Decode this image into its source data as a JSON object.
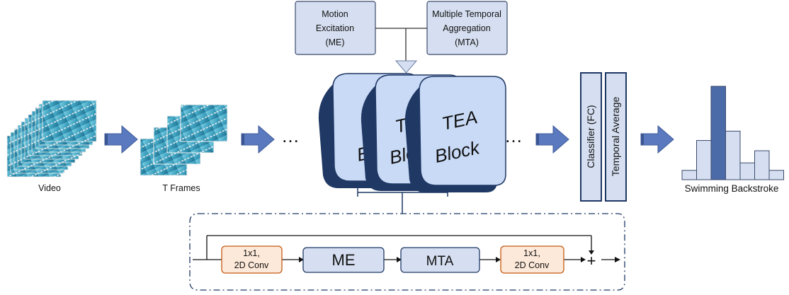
{
  "modules": {
    "me": [
      "Motion",
      "Excitation",
      "(ME)"
    ],
    "mta": [
      "Multiple Temporal",
      "Aggregation",
      "(MTA)"
    ]
  },
  "tea_block": {
    "line1": "TEA",
    "line2": "Block",
    "stack_count": 3
  },
  "pipeline": {
    "video_label": "Video",
    "frames_label": "T Frames",
    "ellipsis": "…",
    "classifier_label": "Classifier (FC)",
    "temporal_average_label": "Temporal Average",
    "output_label": "Swimming Backstroke"
  },
  "block_detail": {
    "conv_in": [
      "1x1,",
      "2D Conv"
    ],
    "me": "ME",
    "mta": "MTA",
    "conv_out": [
      "1x1,",
      "2D Conv"
    ],
    "sum_symbol": "+"
  },
  "histogram": {
    "values": [
      0.1,
      0.42,
      1.0,
      0.52,
      0.18,
      0.31,
      0.1
    ],
    "highlight_index": 2
  },
  "colors": {
    "module_fill": "#d6dff1",
    "module_stroke": "#3a4a6b",
    "block_face": "#c9daf6",
    "block_side": "#1f3864",
    "arrow_fill": "#5a79bf",
    "conv_fill": "#fde9d9",
    "conv_stroke": "#c55a11",
    "hist_fill": "#d6dff1",
    "hist_highlight": "#4a6aa8",
    "water": "#3ea2c0"
  }
}
